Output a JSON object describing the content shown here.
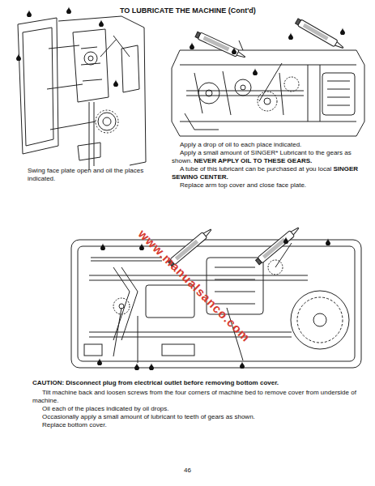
{
  "diagram": {
    "title": "TO LUBRICATE THE MACHINE (Cont'd)",
    "labels": [
      "Swing face plate open and oil the places indicated.",
      "Apply a drop of oil to each place indicated.",
      "Apply a small amount of SINGER* Lubricant to the gears as shown.",
      "NEVER APPLY OIL TO THESE GEARS.",
      "A tube of this lubricant can be purchased at you local",
      "SINGER SEWING CENTER.",
      "Replace arm top cover and close face plate.",
      "CAUTION:",
      "Disconnect plug from electrical outlet before removing bottom cover.",
      "Tilt machine back and loosen screws from the four corners of machine bed to remove cover from underside of machine.",
      "Oil each of the places indicated by oil drops.",
      "Occasionally apply a small amount of lubricant to teeth of gears as shown.",
      "Replace bottom cover.",
      "www.manualsanco.com",
      "46"
    ]
  }
}
